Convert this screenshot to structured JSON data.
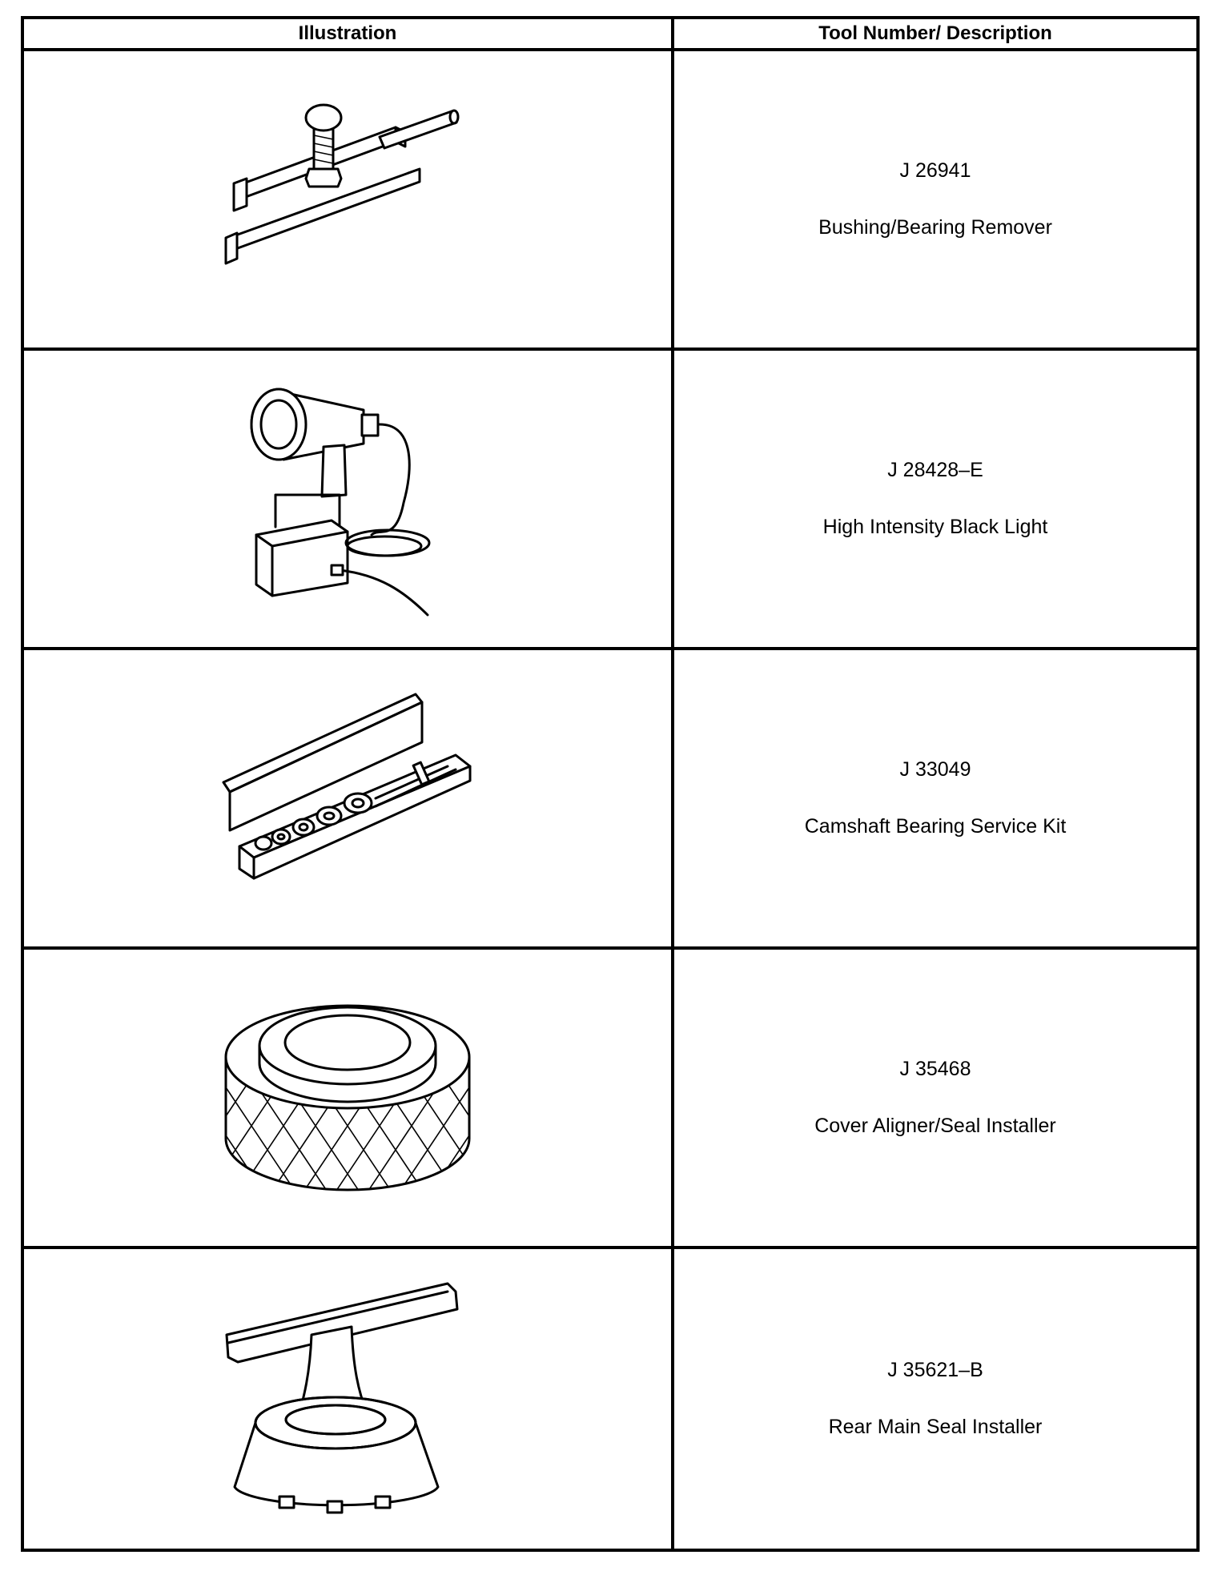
{
  "table": {
    "headers": {
      "illustration": "Illustration",
      "description": "Tool Number/ Description"
    },
    "rows": [
      {
        "tool_number": "J 26941",
        "description": "Bushing/Bearing Remover",
        "icon": "bushing-bearing-remover-illustration"
      },
      {
        "tool_number": "J 28428–E",
        "description": "High Intensity Black Light",
        "icon": "black-light-illustration"
      },
      {
        "tool_number": "J 33049",
        "description": "Camshaft Bearing Service Kit",
        "icon": "camshaft-kit-illustration"
      },
      {
        "tool_number": "J 35468",
        "description": "Cover Aligner/Seal Installer",
        "icon": "seal-installer-illustration"
      },
      {
        "tool_number": "J 35621–B",
        "description": "Rear Main Seal Installer",
        "icon": "rear-main-seal-installer-illustration"
      }
    ]
  }
}
